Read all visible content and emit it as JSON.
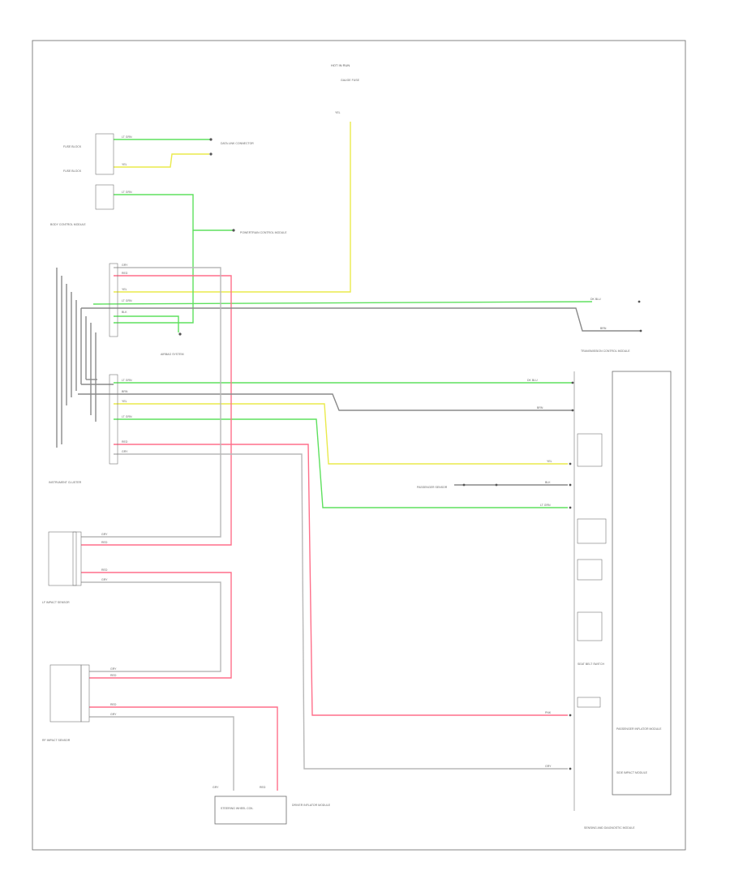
{
  "figure": {
    "code": "",
    "labels": {
      "hot_at_all_times": "HOT IN RUN",
      "gauge_fuse": "GAUGE FUSE",
      "fuse_block_1": "FUSE BLOCK",
      "fuse_block_2": "FUSE BLOCK",
      "bcm": "BODY CONTROL MODULE",
      "data_link": "DATA LINK CONNECTOR",
      "powertrain_cm": "POWERTRAIN CONTROL MODULE",
      "airbag_system": "AIRBAG SYSTEM",
      "instrument_cluster": "INSTRUMENT CLUSTER",
      "lf_sensor": "LF IMPACT SENSOR",
      "rf_sensor": "RF IMPACT SENSOR",
      "passenger_sensor": "PASSENGER SENSOR",
      "driver_module": "DRIVER INFLATOR MODULE",
      "steering_coil": "STEERING WHEEL COIL",
      "transmission_module": "TRANSMISSION CONTROL MODULE",
      "seat_belt": "SEAT BELT SWITCH",
      "passenger_module": "PASSENGER INFLATOR MODULE",
      "side_module": "SIDE IMPACT MODULE",
      "sdm_box": "SENSING AND DIAGNOSTIC MODULE"
    },
    "wire_codes": {
      "lt_grn": "LT GRN",
      "yel": "YEL",
      "red": "RED",
      "gry": "GRY",
      "blk": "BLK",
      "brn": "BRN",
      "pnk": "PNK",
      "dk_blu": "DK BLU"
    }
  }
}
